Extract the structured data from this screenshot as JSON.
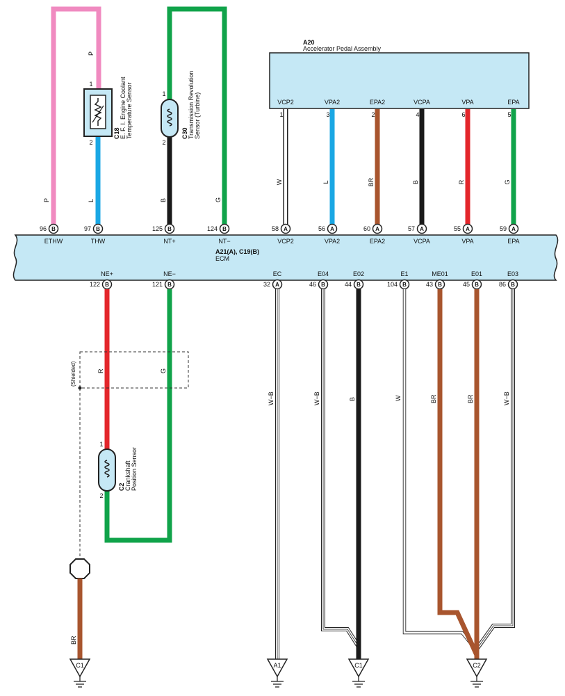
{
  "colors": {
    "pink": "#f08ac0",
    "sky": "#1aa7e4",
    "black": "#1a1a1a",
    "green": "#10a34a",
    "red": "#e3262b",
    "brown": "#a8552e",
    "white_wire": "#ffffff",
    "box_fill": "#c5e8f5",
    "box_stroke": "#222222"
  },
  "ecm": {
    "id": "A21(A), C19(B)",
    "name": "ECM"
  },
  "pedal": {
    "id": "A20",
    "name": "Accelerator Pedal Assembly"
  },
  "pedal_pins": [
    {
      "label": "VCP2",
      "pin": "1",
      "wire": "W",
      "color": "white"
    },
    {
      "label": "VPA2",
      "pin": "3",
      "wire": "L",
      "color": "sky"
    },
    {
      "label": "EPA2",
      "pin": "2",
      "wire": "BR",
      "color": "brown"
    },
    {
      "label": "VCPA",
      "pin": "4",
      "wire": "B",
      "color": "black"
    },
    {
      "label": "VPA",
      "pin": "6",
      "wire": "R",
      "color": "red"
    },
    {
      "label": "EPA",
      "pin": "5",
      "wire": "G",
      "color": "green"
    }
  ],
  "sensors": {
    "c18": {
      "id": "C18",
      "line1": "E. F. I.  Engine Coolant",
      "line2": "Temperature Sensor",
      "pin_top": "1",
      "pin_bottom": "2"
    },
    "c30": {
      "id": "C30",
      "line1": "Transmission Revolution",
      "line2": "Sensor (Turbine)",
      "pin_top": "1",
      "pin_bottom": "2"
    },
    "c2": {
      "id": "C2",
      "line1": "Crankshaft",
      "line2": "Position Sensor",
      "pin_top": "1",
      "pin_bottom": "2"
    }
  },
  "shield_label": "(Shielded)",
  "top_wires": {
    "p_upper": "P",
    "p": "P",
    "l": "L",
    "b": "B",
    "g": "G"
  },
  "ecm_top_pins": [
    {
      "num": "96",
      "conn": "B",
      "label": "ETHW"
    },
    {
      "num": "97",
      "conn": "B",
      "label": "THW"
    },
    {
      "num": "125",
      "conn": "B",
      "label": "NT+"
    },
    {
      "num": "124",
      "conn": "B",
      "label": "NT−"
    },
    {
      "num": "58",
      "conn": "A",
      "label": "VCP2"
    },
    {
      "num": "56",
      "conn": "A",
      "label": "VPA2"
    },
    {
      "num": "60",
      "conn": "A",
      "label": "EPA2"
    },
    {
      "num": "57",
      "conn": "A",
      "label": "VCPA"
    },
    {
      "num": "55",
      "conn": "A",
      "label": "VPA"
    },
    {
      "num": "59",
      "conn": "A",
      "label": "EPA"
    }
  ],
  "ecm_bottom_pins": [
    {
      "num": "122",
      "conn": "B",
      "label": "NE+"
    },
    {
      "num": "121",
      "conn": "B",
      "label": "NE−"
    },
    {
      "num": "32",
      "conn": "A",
      "label": "EC"
    },
    {
      "num": "46",
      "conn": "B",
      "label": "E04"
    },
    {
      "num": "44",
      "conn": "B",
      "label": "E02"
    },
    {
      "num": "104",
      "conn": "B",
      "label": "E1"
    },
    {
      "num": "43",
      "conn": "B",
      "label": "ME01"
    },
    {
      "num": "45",
      "conn": "B",
      "label": "E01"
    },
    {
      "num": "86",
      "conn": "B",
      "label": "E03"
    }
  ],
  "bottom_wires": {
    "ne_plus": "R",
    "ne_minus": "G",
    "ec": "W−B",
    "e04": "W−B",
    "e02": "B",
    "e1": "W",
    "me01": "BR",
    "e01": "BR",
    "e03": "W−B",
    "shield_drain": "BR"
  },
  "grounds": [
    "C1",
    "A1",
    "C1",
    "C2"
  ]
}
